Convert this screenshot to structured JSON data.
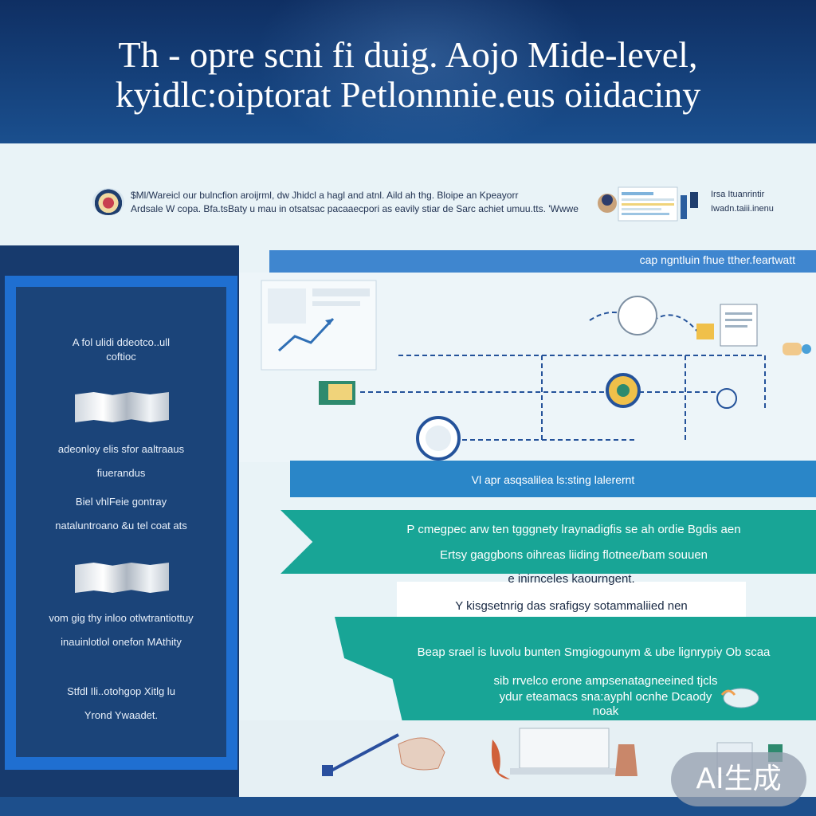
{
  "header": {
    "title_line_1": "Th - opre scni fi duig. Aojo Mide-level,",
    "title_line_2": "kyidlc:oiptorat Petlonnnie.eus oiidaciny"
  },
  "intro": {
    "text_line_1": "$Ml/Wareicl our bulncfion aroijrml, dw Jhidcl a hagl and atnl. Aild ah thg. Bloipe an Kpeayorr",
    "text_line_2": "Ardsale W copa. Bfa.tsBaty u mau in otsatsac pacaaecpori as eavily stiar de Sarc achiet umuu.tts. 'Wwwe",
    "side_line_1": "Irsa Ituanrintir",
    "side_line_2": "Iwadn.taiii.inenu"
  },
  "sidebar": {
    "heading_line_1": "A fol ulidi ddeotco..ull",
    "heading_line_2": "coftioc",
    "block_1_line_1": "adeonloy elis sfor aaltraaus",
    "block_1_line_2": "fiuerandus",
    "block_1_line_3": "Biel vhlFeie gontray",
    "block_1_line_4": "nataluntroano &u tel coat ats",
    "block_2_line_1": "vom gig thy inloo otlwtrantiottuy",
    "block_2_line_2": "inauinlotlol onefon MAthity",
    "block_3_line_1": "Stfdl Ili..otohgop Xitlg lu",
    "block_3_line_2": "Yrond Ywaadet."
  },
  "flow": {
    "title": "cap ngntluin fhue tther.feartwatt"
  },
  "banners": {
    "blue": "Vl apr asqsalilea ls:sting lalerernt"
  },
  "content": {
    "line_1": "P cmegpec arw ten tgggnety lraynadigfis se ah ordie Bgdis aen",
    "line_2": "Ertsy gaggbons oihreas liiding flotnee/bam souuen",
    "line_3": "e inirnceles kaourngent.",
    "line_4": "Y kisgsetnrig das srafigsy sotammaliied nen",
    "line_5": "Beap srael is luvolu bunten Smgiogounym & ube lignrypiy Ob scaa",
    "line_6": "sib rrvelco erone ampsenatagneeined tjcls",
    "line_7": "ydur eteamacs sna:ayphl ocnhe Dcaody",
    "line_8": "noak"
  },
  "watermark": {
    "text": "AI生成"
  },
  "colors": {
    "header": "#173a6d",
    "sidebar": "#1b4479",
    "accent_blue": "#2a86c8",
    "accent_green": "#18a596",
    "background": "#e9f3f7"
  }
}
